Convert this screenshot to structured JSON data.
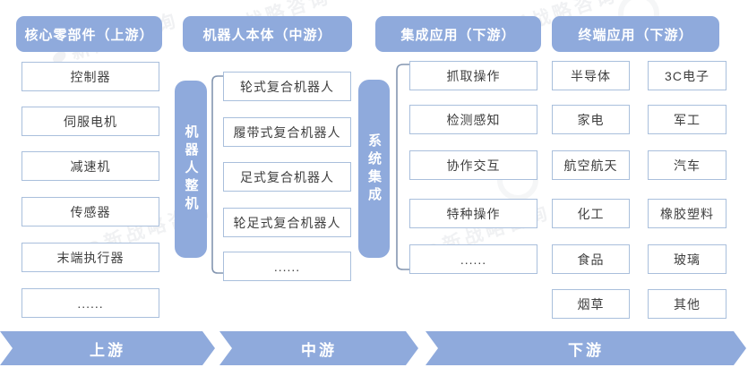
{
  "watermark": {
    "text": "新战略咨询"
  },
  "headers": [
    {
      "label": "核心零部件（上游）"
    },
    {
      "label": "机器人本体（中游）"
    },
    {
      "label": "集成应用（下游）"
    },
    {
      "label": "终端应用（下游）"
    }
  ],
  "columns": {
    "core_components": {
      "items": [
        "控制器",
        "伺服电机",
        "减速机",
        "传感器",
        "末端执行器",
        "......"
      ]
    },
    "robot_body": {
      "side_label": "机器人整机",
      "items": [
        "轮式复合机器人",
        "履带式复合机器人",
        "足式复合机器人",
        "轮足式复合机器人",
        "......"
      ]
    },
    "integration": {
      "side_label": "系统集成",
      "items": [
        "抓取操作",
        "检测感知",
        "协作交互",
        "特种操作",
        "......"
      ]
    },
    "applications": {
      "col_a": [
        "半导体",
        "家电",
        "航空航天",
        "化工",
        "食品",
        "烟草"
      ],
      "col_b": [
        "3C电子",
        "军工",
        "汽车",
        "橡胶塑料",
        "玻璃",
        "其他"
      ]
    }
  },
  "flow_banner": [
    {
      "label": "上游"
    },
    {
      "label": "中游"
    },
    {
      "label": "下游"
    }
  ],
  "colors": {
    "accent": "#8FAADC",
    "box_border": "#A9BFDC",
    "bracket": "#8496B0",
    "text": "#3F3F3F"
  }
}
